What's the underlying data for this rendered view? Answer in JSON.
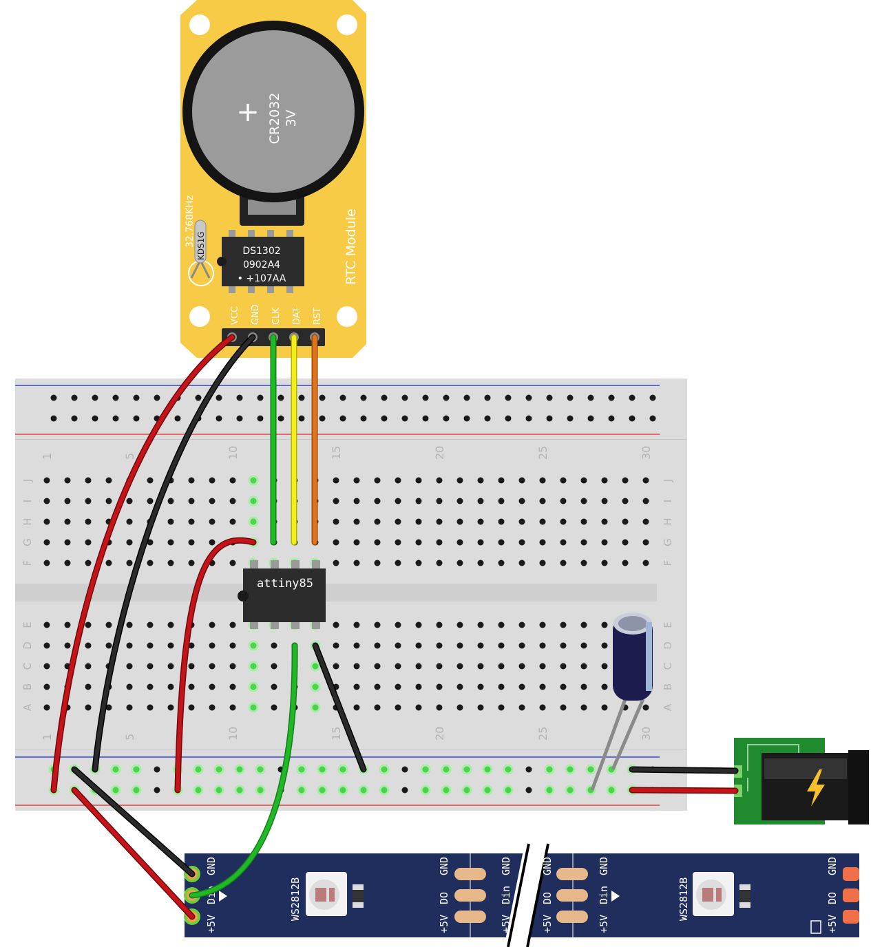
{
  "rtc_module": {
    "board_label": "RTC Module",
    "battery_plus": "+",
    "battery_model": "CR2032",
    "battery_voltage": "3V",
    "crystal_freq": "32.768KHz",
    "crystal_marking": "KDS1G",
    "chip_line1": "DS1302",
    "chip_line2": "0902A4",
    "chip_line3": "• +107AA",
    "pins": [
      "VCC",
      "GND",
      "CLK",
      "DAT",
      "RST"
    ]
  },
  "breadboard": {
    "column_numbers": [
      "1",
      "5",
      "10",
      "15",
      "20",
      "25",
      "30"
    ],
    "rows_top": [
      "J",
      "I",
      "H",
      "G",
      "F"
    ],
    "rows_bottom": [
      "E",
      "D",
      "C",
      "B",
      "A"
    ]
  },
  "microcontroller": {
    "label": "attiny85"
  },
  "led_strip": {
    "chip_label": "WS2812B",
    "pad_in": [
      "+5V",
      "Din",
      "GND"
    ],
    "pad_out": [
      "+5V",
      "DO",
      "GND"
    ]
  },
  "power_jack": {
    "icon": "lightning-bolt-icon"
  },
  "colors": {
    "module_yellow": "#f7cb45",
    "strip_navy": "#1f2e5c",
    "wire_red": "#c4141a",
    "wire_black": "#2a2a2a",
    "wire_green": "#21b827",
    "wire_yellow": "#f2ee1a",
    "wire_orange": "#e0741c",
    "rail_blue": "#1c2ad0",
    "rail_red": "#e02626"
  }
}
